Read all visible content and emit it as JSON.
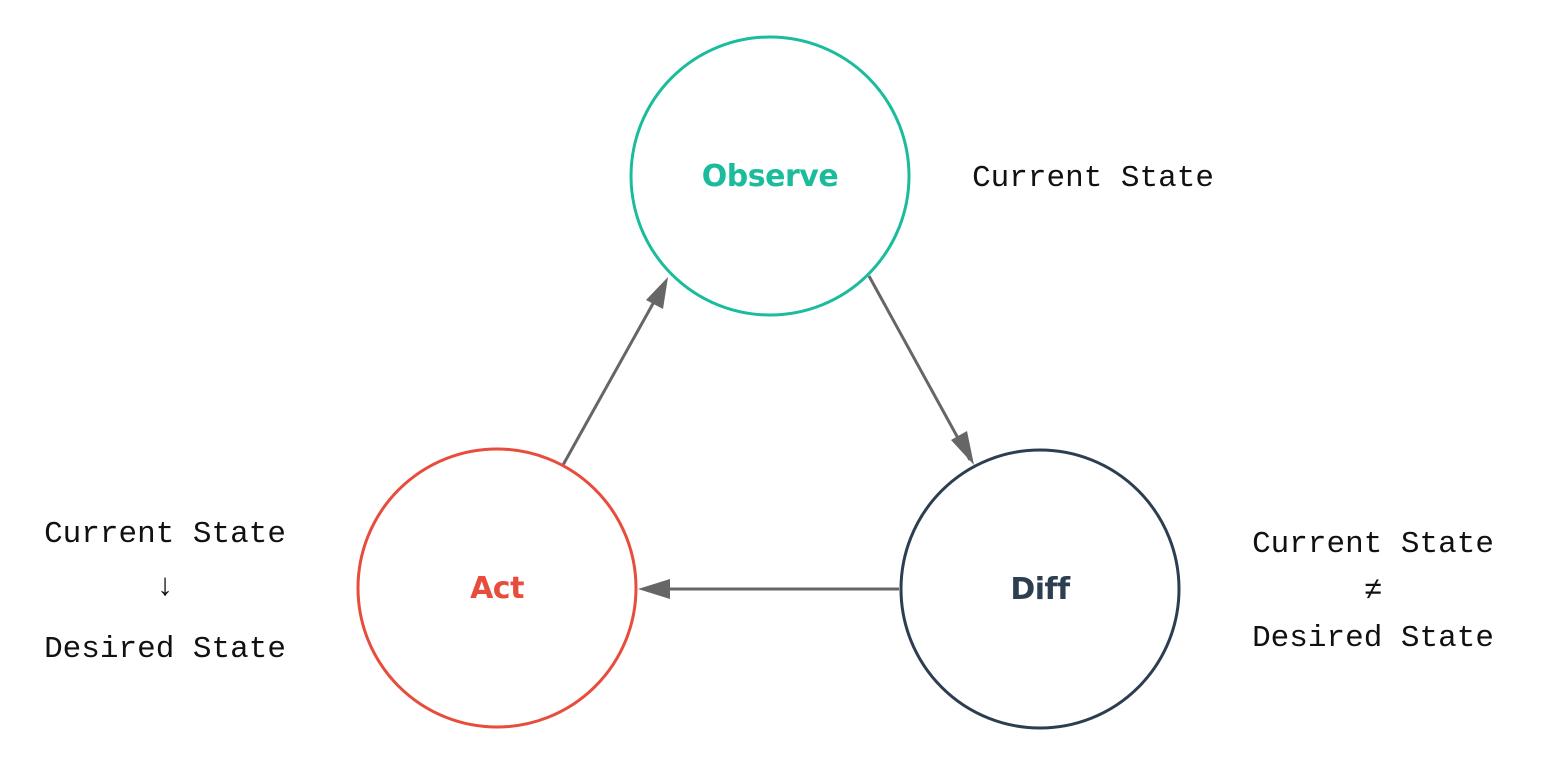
{
  "colors": {
    "observe": "#1abc9c",
    "diff": "#2c3e50",
    "act": "#e74c3c",
    "arrow": "#666666",
    "note_text": "#111111",
    "background": "#ffffff"
  },
  "nodes": {
    "observe": {
      "label": "Observe"
    },
    "diff": {
      "label": "Diff"
    },
    "act": {
      "label": "Act"
    }
  },
  "notes": {
    "observe": {
      "line1": "Current State"
    },
    "diff": {
      "line1": "Current State",
      "symbol": "≠",
      "line2": "Desired State"
    },
    "act": {
      "line1": "Current State",
      "symbol": "↓",
      "line2": "Desired State"
    }
  }
}
